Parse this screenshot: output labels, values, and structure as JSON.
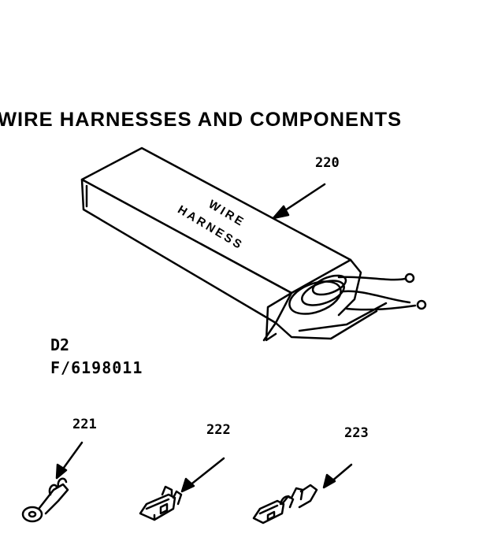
{
  "title": "WIRE HARNESSES AND COMPONENTS",
  "box_label": {
    "line1": "WIRE",
    "line2": "HARNESS"
  },
  "parts": [
    {
      "number": "220",
      "name": "wire harness"
    },
    {
      "number": "221",
      "name": "ring terminal"
    },
    {
      "number": "222",
      "name": "flag terminal"
    },
    {
      "number": "223",
      "name": "connector terminal"
    }
  ],
  "reference": {
    "line1": "D2",
    "line2": "F/6198011"
  },
  "colors": {
    "ink": "#000000",
    "background": "#ffffff"
  }
}
